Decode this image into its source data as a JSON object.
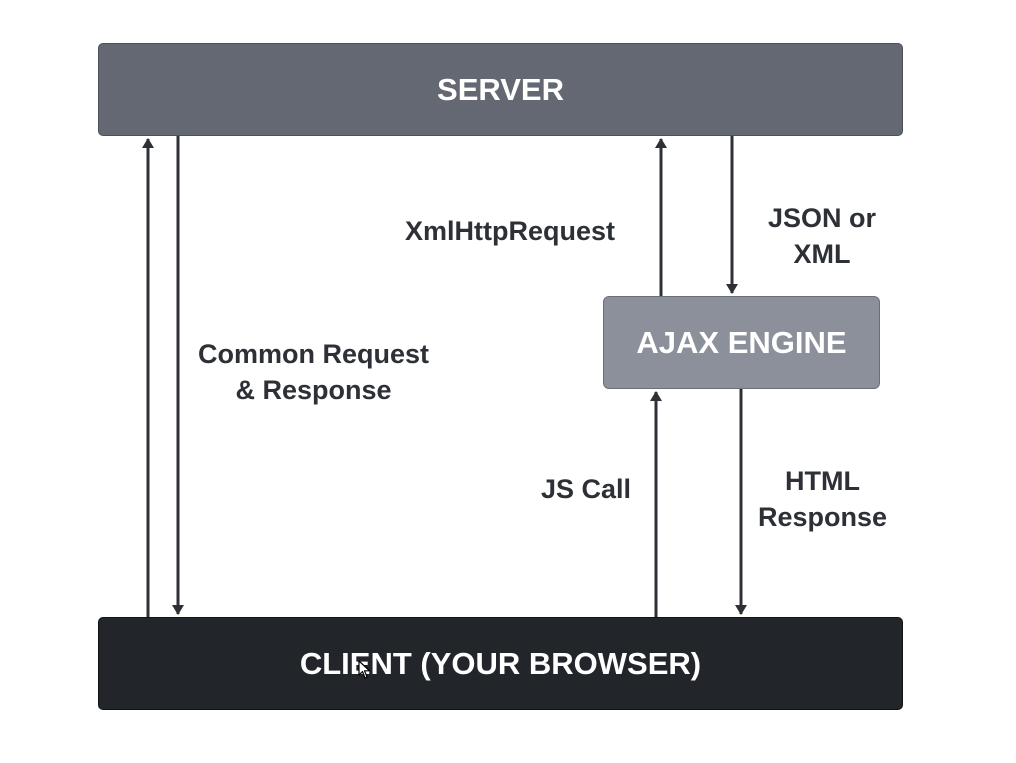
{
  "nodes": {
    "server": {
      "label": "SERVER",
      "color": "#646872"
    },
    "ajax_engine": {
      "label": "AJAX ENGINE",
      "color": "#8b909a"
    },
    "client": {
      "label": "CLIENT (YOUR BROWSER)",
      "color": "#22252a"
    }
  },
  "edges": {
    "common_request": {
      "line1": "Common Request",
      "line2": "& Response"
    },
    "xmlhttprequest": {
      "label": "XmlHttpRequest"
    },
    "json_xml": {
      "line1": "JSON or",
      "line2": "XML"
    },
    "js_call": {
      "label": "JS Call"
    },
    "html_response": {
      "line1": "HTML",
      "line2": "Response"
    }
  },
  "colors": {
    "arrow": "#2d3036",
    "text": "#2d3036"
  }
}
